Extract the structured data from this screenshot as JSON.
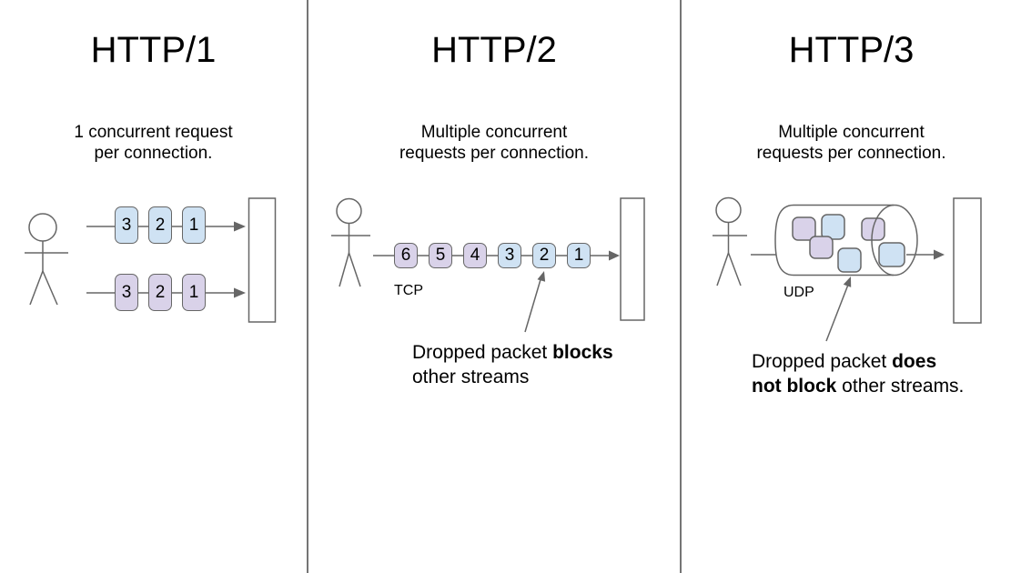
{
  "colors": {
    "blue": "#cfe2f3",
    "purple": "#d9d2e9",
    "stroke": "#666666"
  },
  "columns": [
    {
      "title": "HTTP/1",
      "caption": "1 concurrent request\nper connection.",
      "rows": [
        {
          "color": "blue",
          "packets": [
            "3",
            "2",
            "1"
          ]
        },
        {
          "color": "purple",
          "packets": [
            "3",
            "2",
            "1"
          ]
        }
      ]
    },
    {
      "title": "HTTP/2",
      "caption": "Multiple concurrent\nrequests per connection.",
      "protocol_label": "TCP",
      "packets": [
        {
          "label": "6",
          "color": "purple"
        },
        {
          "label": "5",
          "color": "purple"
        },
        {
          "label": "4",
          "color": "purple"
        },
        {
          "label": "3",
          "color": "blue"
        },
        {
          "label": "2",
          "color": "blue"
        },
        {
          "label": "1",
          "color": "blue"
        }
      ],
      "note": {
        "pre": "Dropped packet ",
        "bold": "blocks",
        "post": " other streams"
      }
    },
    {
      "title": "HTTP/3",
      "caption": "Multiple concurrent\nrequests per connection.",
      "protocol_label": "UDP",
      "tube_packets": [
        "purple",
        "blue",
        "purple",
        "blue",
        "purple",
        "blue"
      ],
      "note": {
        "pre": "Dropped packet ",
        "bold": "does not block",
        "post": " other streams."
      }
    }
  ]
}
